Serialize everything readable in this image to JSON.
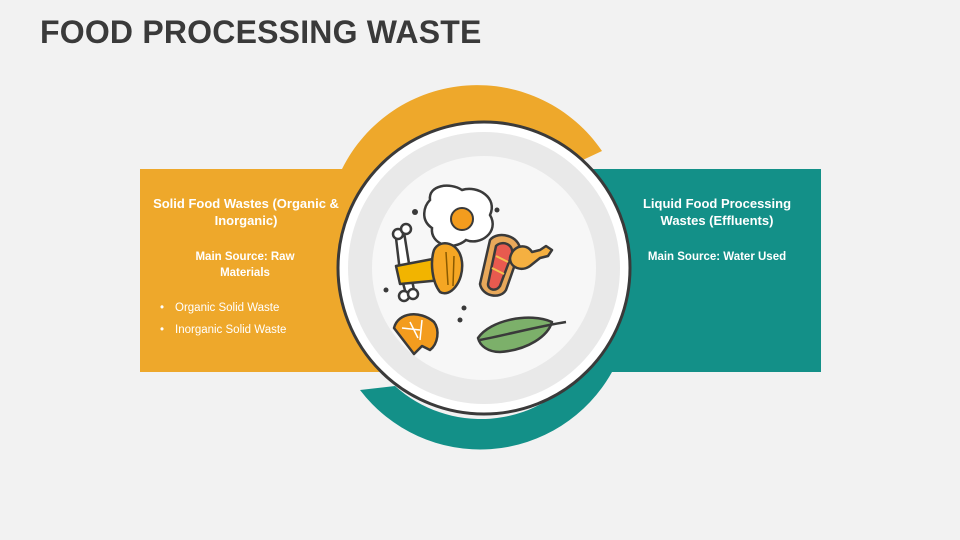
{
  "title": "FOOD PROCESSING WASTE",
  "left_panel": {
    "heading": "Solid Food Wastes (Organic & Inorganic)",
    "main_source": "Main Source: Raw Materials",
    "bullets": [
      "Organic Solid Waste",
      "Inorganic Solid Waste"
    ],
    "color": "#eea82b"
  },
  "right_panel": {
    "heading": "Liquid Food Processing Wastes (Effluents)",
    "main_source": "Main Source: Water Used",
    "color": "#139088"
  },
  "plate": {
    "icons": [
      "fried-egg-icon",
      "bone-icon",
      "mushroom-icon",
      "hotdog-icon",
      "chicken-leg-icon",
      "orange-slice-icon",
      "leaf-icon"
    ]
  }
}
